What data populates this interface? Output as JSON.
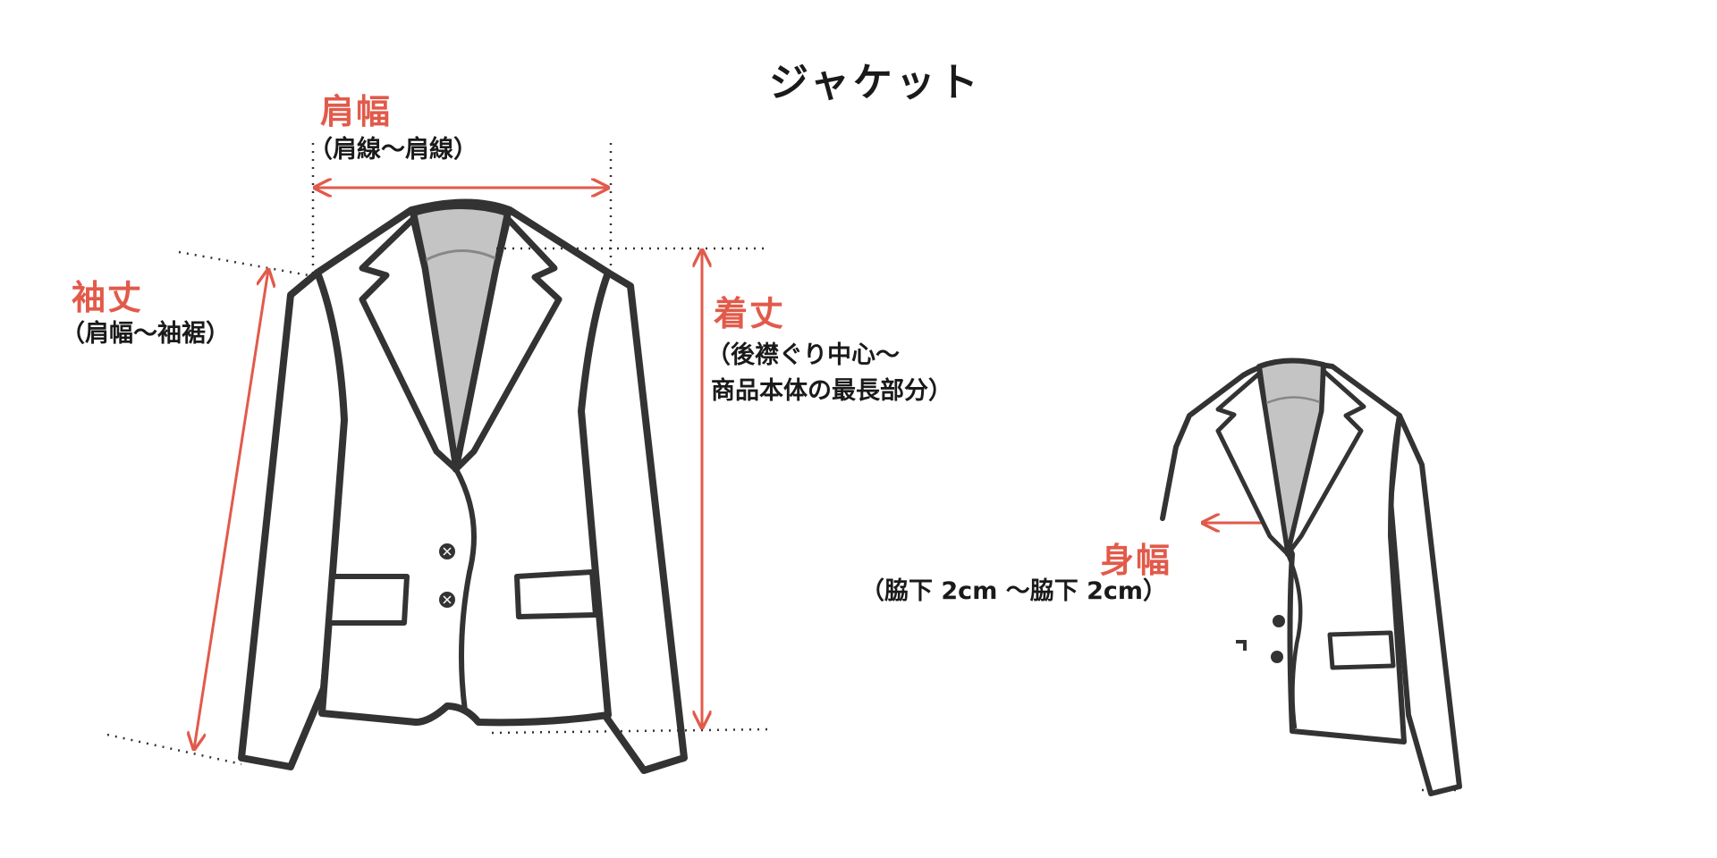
{
  "title": "ジャケット",
  "colors": {
    "accent": "#e25a4a",
    "outline": "#333333",
    "collar_fill": "#c4c4c4",
    "body_fill": "#ffffff"
  },
  "measurements": {
    "shoulder": {
      "name": "肩幅",
      "desc": "（肩線～肩線）"
    },
    "sleeve": {
      "name": "袖丈",
      "desc": "（肩幅～袖裾）"
    },
    "length": {
      "name": "着丈",
      "desc_line1": "（後襟ぐり中心～",
      "desc_line2": "商品本体の最長部分）"
    },
    "chest": {
      "name": "身幅",
      "desc": "（脇下 2cm ～脇下 2cm）"
    }
  }
}
